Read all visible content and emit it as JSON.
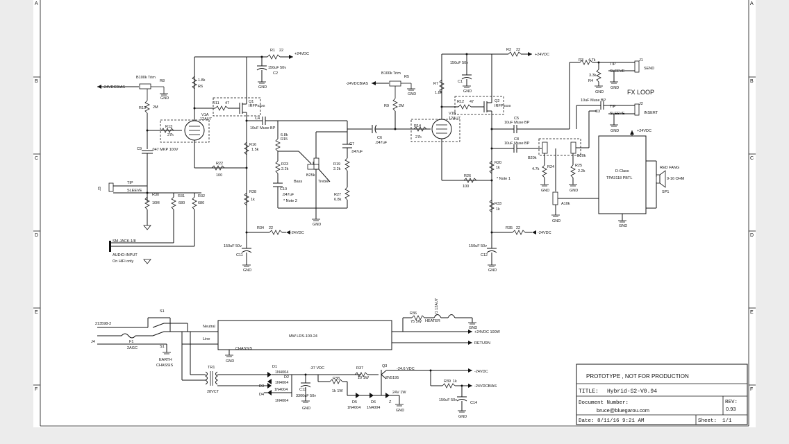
{
  "border": {
    "row_labels": [
      "A",
      "B",
      "C",
      "D",
      "E",
      "F"
    ]
  },
  "preamp": {
    "trim_left": "B100k Trim",
    "trim_left_ref": "R8",
    "bias_left": "-24VDCBIAS",
    "r10": "R10",
    "r10_val": "2M",
    "r1": "R1",
    "r1_val": "22",
    "plus24_top": "+24VDC",
    "c2_val": "150uF 50v",
    "c2": "C2",
    "r6_val": "1.8k",
    "r6": "R6",
    "r11": "R11",
    "r11_val": "47",
    "q1": "Q1",
    "q1_type": "IRFPxxxx",
    "v1a": "V1A",
    "v1a_type": "12AU7",
    "r13": "R13",
    "r13_val": "27k",
    "c4": "C4",
    "c4_val": "10uF Muse BP",
    "c9": "C9",
    "c9_val": ".047 MKP 100V",
    "r15": "R15",
    "r15_val": "6.8k",
    "r16": "R16",
    "r16_val": "1.5k",
    "r22": "R22",
    "r22_val": "100",
    "r23": "R23",
    "r23_val": "2.2k",
    "b25k": "B25k",
    "bass": "Bass",
    "treble": "Treble",
    "c7": "C7",
    "c7_val": ".047uF",
    "r19": "R19",
    "r19_val": "2.2k",
    "c10": "C10",
    "c10_val": ".047uF",
    "note2": "* Note 2",
    "r27": "R27",
    "r27_val": "6.8k",
    "r28": "R28",
    "r28_val": "1k",
    "r34": "R34",
    "r34_val": "22",
    "minus24_a": "-24VDC",
    "c11": "C11",
    "c11_val": "150uF 50v",
    "j3": "J3",
    "tip": "TIP",
    "sleeve": "SLEEVE",
    "r30": "R30",
    "r30_val": "10M",
    "r31": "R31",
    "r31_val": "680",
    "r32": "R32",
    "r32_val": "680",
    "jack": "SM-JACK-1/8",
    "audio_input": "AUDIO-INPUT",
    "on_hifi": "On HiFi only",
    "gnd": "GND"
  },
  "stage2": {
    "trim": "B100k Trim",
    "r5": "R5",
    "bias": "-24VDCBIAS",
    "r9": "R9",
    "r9_val": "2M",
    "c6": "C6",
    "c6_val": ".047uF",
    "r14": "R14",
    "r14_val": "27k",
    "v1b": "V1B",
    "v1b_type": "12AU7",
    "r7": "R7",
    "r7_val": "1.8k",
    "c1_val": "150uF 50v",
    "c1": "C1",
    "r12": "R12",
    "r12_val": "47",
    "q2": "Q2",
    "q2_type": "IRFPxxxx",
    "r2": "R2",
    "r2_val": "22",
    "plus24": "+24VDC",
    "r20": "R20",
    "r20_val": "1k",
    "note1": "* Note 1",
    "r26": "R26",
    "r26_val": "100",
    "r33": "R33",
    "r33_val": "1k",
    "r35": "R35",
    "r35_val": "22",
    "minus24": "-24VDC",
    "c12": "C12",
    "c12_val": "150uF 50v",
    "c5": "C5",
    "c5_val": "10uF Muse BP",
    "c8": "C8",
    "c8_val": "10uF Muse BP",
    "b20k": "B20k",
    "r24": "R24",
    "r24_val": "4.7k",
    "b20k_b": "B20k",
    "r25": "R25",
    "r25_val": "2.2k",
    "a10k": "A10k"
  },
  "fx": {
    "r3": "R3",
    "r3_val": "4.7k",
    "r4": "R4",
    "r4_val": "3.3k",
    "j1": "J1",
    "send": "SEND",
    "fx_loop": "FX LOOP",
    "c3": "C3",
    "c3_val": "10uF Muse BP",
    "j2": "J2",
    "insert": "INSERT",
    "tip": "TIP",
    "sleeve": "SLEEVE",
    "plus24": "+24VDC",
    "amp_name": "D-Class",
    "amp_part": "TPA3118 PBTL",
    "spk_name": "RED FANG",
    "spk_ohm": "9-16 OHM",
    "sp1": "SP1"
  },
  "power": {
    "part_no": "213598-2",
    "j4": "J4",
    "f1": "F1",
    "f1_val": "2AGC",
    "s1": "S1",
    "s1_b": "S1",
    "earth": "EARTH",
    "chassis_sym": "CHASSIS",
    "neutral": "Neutral",
    "line": "Line",
    "chassis": "CHASSIS",
    "module": "MW LRS-100-24",
    "out_24": "+24VDC 100W",
    "return": "RETURN",
    "r36": "R36",
    "r36_val": "75 5W",
    "heater": "HEATER",
    "v1_tube": "V1 12AU7",
    "tr1": "TR1",
    "tr1_val": "28VCT",
    "d1": "D1",
    "d2": "D2",
    "d3": "D3",
    "d4": "D4",
    "diode": "1N4004",
    "c13": "C13",
    "c13_val": "3300uF 50v",
    "minus37": "-37 VDC",
    "r37": "R37",
    "r37_val": "10 1W",
    "q3": "Q3",
    "q3_type": "2N5195",
    "minus246": "-24.6 VDC",
    "r38": "R38",
    "r38_val": "1k 1W",
    "d5": "D5",
    "d6": "D6",
    "z": "Z",
    "z_val": "24V 1W",
    "minus24": "-24VDC",
    "r39": "R39",
    "r39_val": "1k",
    "minus24bias": "-24VDCBIAS",
    "c14": "C14",
    "c14_val": "150uF 50v"
  },
  "title_block": {
    "warning": "PROTOTYPE , NOT FOR PRODUCTION",
    "title_label": "TITLE:",
    "title_value": "Hybrid-S2-V0.94",
    "doc_label": "Document Number:",
    "doc_value": "bruce@bluegarou.com",
    "rev_label": "REV:",
    "rev_value": "0.93",
    "date_label": "Date:",
    "date_value": "8/11/16 9:21 AM",
    "sheet_label": "Sheet:",
    "sheet_value": "1/1"
  }
}
